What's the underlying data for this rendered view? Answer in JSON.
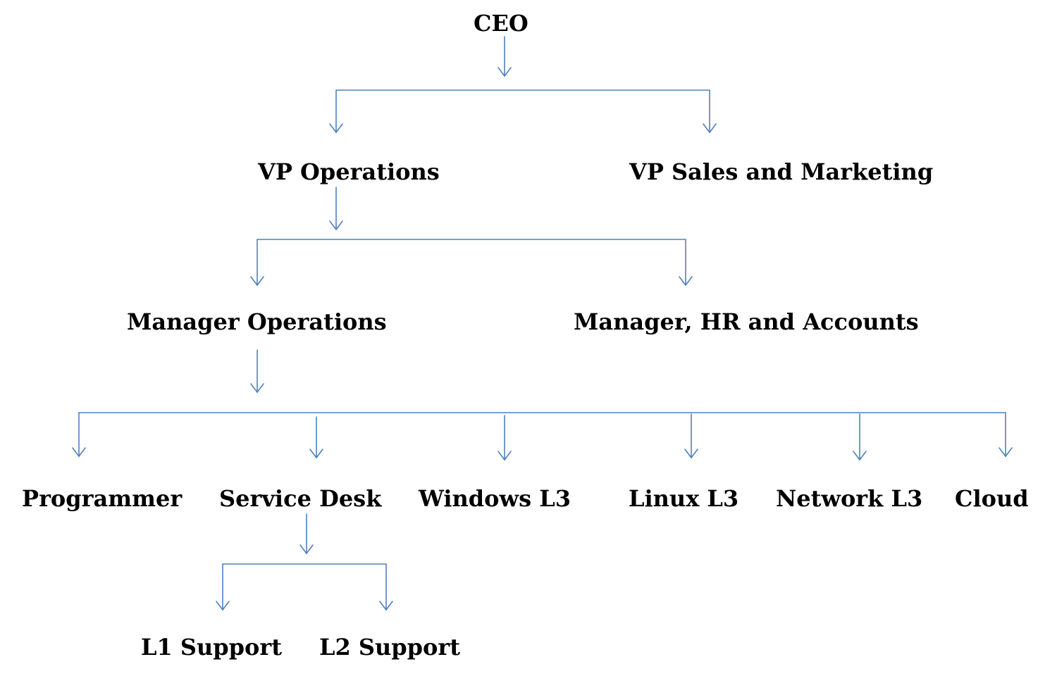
{
  "org_chart": {
    "colors": {
      "connector": "#4f81bd",
      "text": "#000000",
      "background": "#ffffff"
    },
    "nodes": {
      "ceo": "CEO",
      "vp_operations": "VP Operations",
      "vp_sales_marketing": "VP Sales and Marketing",
      "manager_operations": "Manager Operations",
      "manager_hr_accounts": "Manager, HR and Accounts",
      "programmer": "Programmer",
      "service_desk": "Service Desk",
      "windows_l3": "Windows L3",
      "linux_l3": "Linux L3",
      "network_l3": "Network L3",
      "cloud": "Cloud",
      "l1_support": "L1 Support",
      "l2_support": "L2 Support"
    }
  }
}
